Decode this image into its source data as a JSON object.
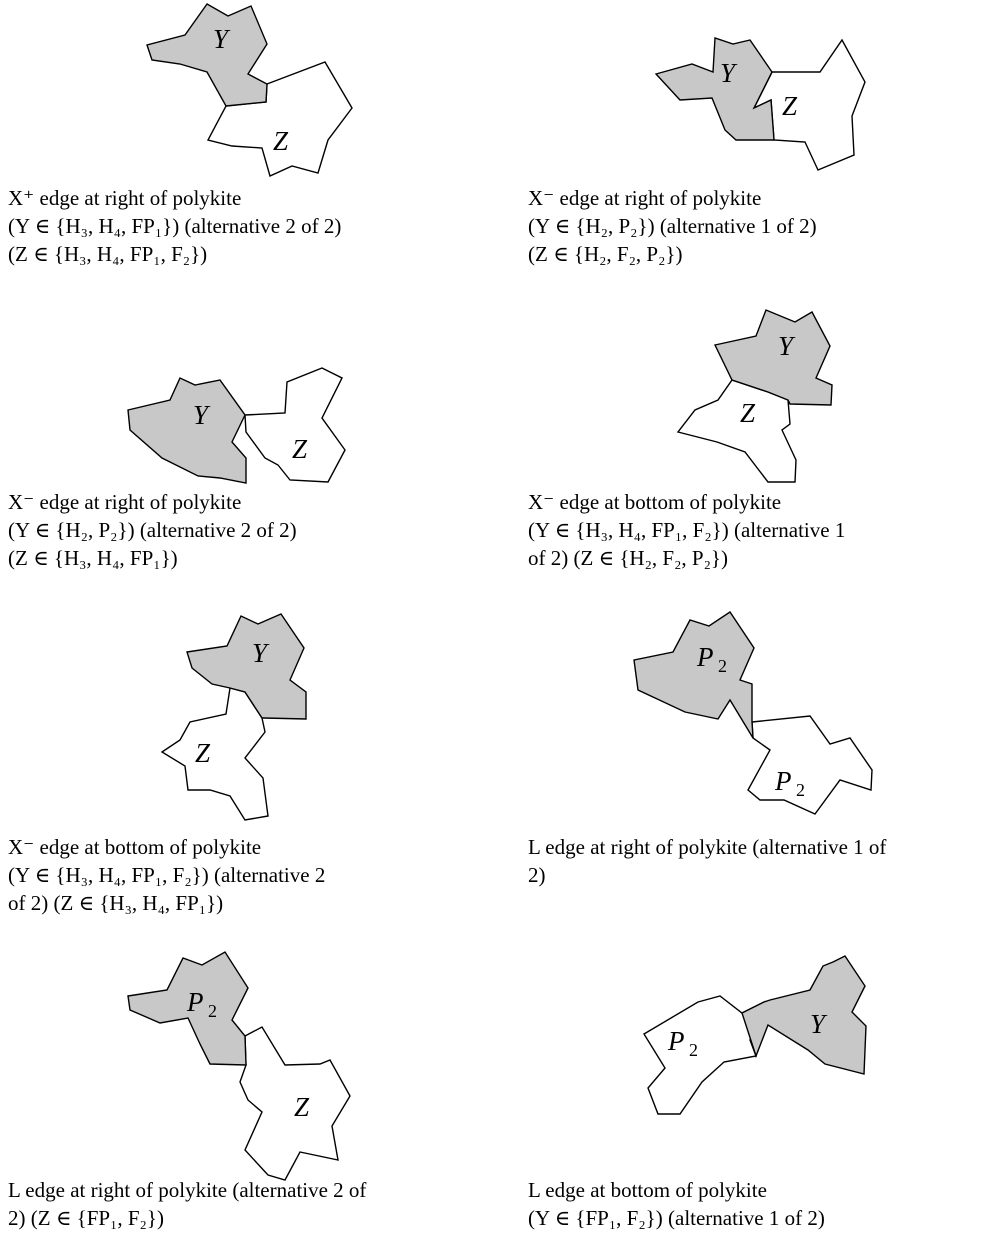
{
  "figures": [
    {
      "labels": {
        "y": "Y",
        "z": "Z"
      },
      "caption": [
        "X⁺ edge at right of polykite",
        "(Y ∈ {H₃, H₄, FP₁}) (alternative 2 of 2)",
        "(Z ∈ {H₃, H₄, FP₁, F₂})"
      ]
    },
    {
      "labels": {
        "y": "Y",
        "z": "Z"
      },
      "caption": [
        "X⁻ edge at right of polykite",
        "(Y ∈ {H₂, P₂}) (alternative 1 of 2)",
        "(Z ∈ {H₂, F₂, P₂})"
      ]
    },
    {
      "labels": {
        "y": "Y",
        "z": "Z"
      },
      "caption": [
        "X⁻ edge at right of polykite",
        "(Y ∈ {H₂, P₂}) (alternative 2 of 2)",
        "(Z ∈ {H₃, H₄, FP₁})"
      ]
    },
    {
      "labels": {
        "y": "Y",
        "z": "Z"
      },
      "caption": [
        "X⁻ edge at bottom of polykite",
        "(Y ∈ {H₃, H₄, FP₁, F₂}) (alternative 1",
        "of 2) (Z ∈ {H₂, F₂, P₂})"
      ]
    },
    {
      "labels": {
        "y": "Y",
        "z": "Z"
      },
      "caption": [
        "X⁻ edge at bottom of polykite",
        "(Y ∈ {H₃, H₄, FP₁, F₂}) (alternative 2",
        "of 2) (Z ∈ {H₃, H₄, FP₁})"
      ]
    },
    {
      "labels": {
        "y": "P",
        "y_sub": "2",
        "z": "P",
        "z_sub": "2"
      },
      "caption": [
        "L edge at right of polykite (alternative 1 of",
        "2)"
      ]
    },
    {
      "labels": {
        "y": "P",
        "y_sub": "2",
        "z": "Z"
      },
      "caption": [
        "L edge at right of polykite (alternative 2 of",
        "2) (Z ∈ {FP₁, F₂})"
      ]
    },
    {
      "labels": {
        "y": "Y",
        "z": "P",
        "z_sub": "2"
      },
      "caption": [
        "L edge at bottom of polykite",
        "(Y ∈ {FP₁, F₂}) (alternative 1 of 2)"
      ]
    }
  ]
}
